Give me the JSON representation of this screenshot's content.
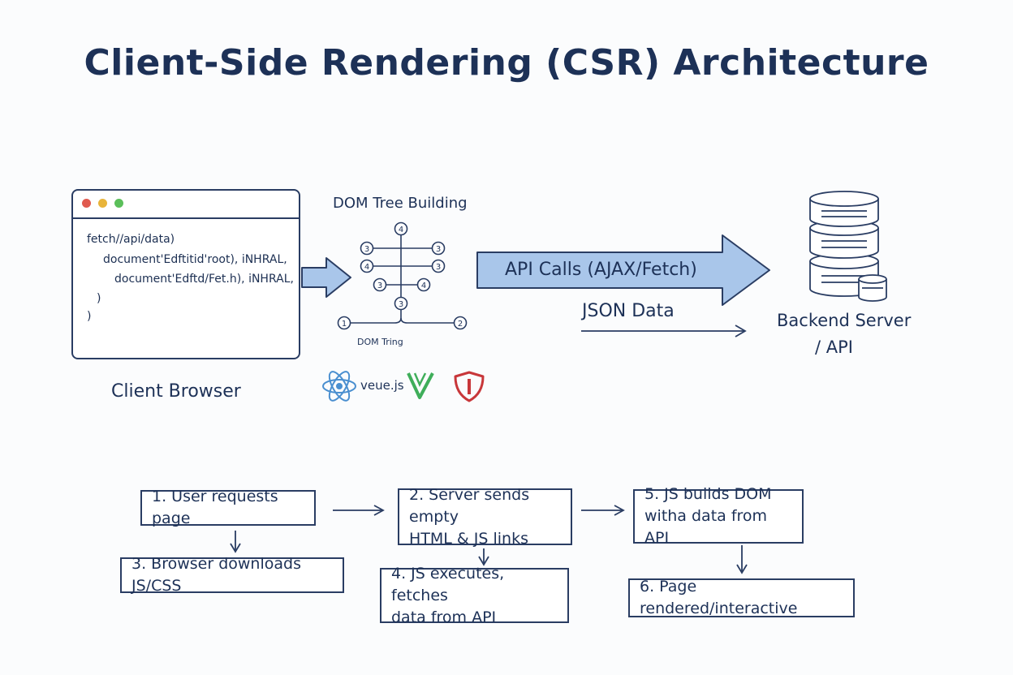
{
  "title": "Client-Side Rendering (CSR) Architecture",
  "browser": {
    "label": "Client Browser",
    "code_lines": [
      "fetch//api/data)",
      "document'Edftitid'root), iNHRAL,",
      "document'Edftd/Fet.h), iNHRAL,",
      ")",
      ")"
    ]
  },
  "dom_tree": {
    "title": "DOM Tree Building",
    "caption": "DOM Tring",
    "node_labels": [
      "4",
      "3",
      "3",
      "4",
      "3",
      "3",
      "4",
      "3",
      "1",
      "2"
    ]
  },
  "frameworks": {
    "vue_label": "veue.js"
  },
  "api_arrow": {
    "label": "API Calls (AJAX/Fetch)"
  },
  "json_label": "JSON Data",
  "server": {
    "label_line1": "Backend Server",
    "label_line2": "/ API"
  },
  "steps": [
    "1. User requests page",
    "2. Server sends empty\nHTML & JS links",
    "5. JS builds DOM\nwitha data from API",
    "3. Browser downloads JS/CSS",
    "4. JS executes, fetches\ndata from API",
    "6. Page rendered/interactive"
  ],
  "colors": {
    "ink": "#1d3157",
    "arrow_fill": "#a9c6ea",
    "dot_red": "#e05a4f",
    "dot_yellow": "#e8b43a",
    "dot_green": "#5bbf5a",
    "vue_green": "#3fae5a",
    "shield_red": "#c8373a"
  }
}
